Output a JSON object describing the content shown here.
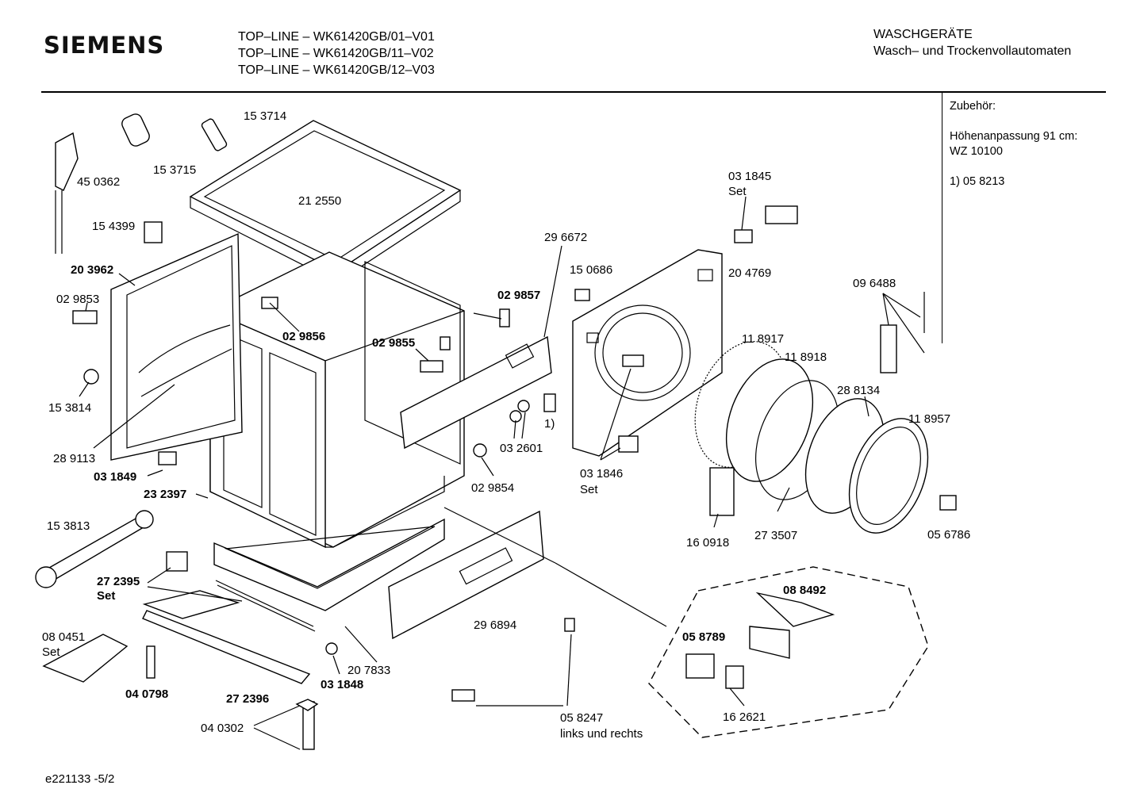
{
  "brand": "SIEMENS",
  "models": [
    "TOP–LINE – WK61420GB/01–V01",
    "TOP–LINE – WK61420GB/11–V02",
    "TOP–LINE – WK61420GB/12–V03"
  ],
  "category": {
    "title": "WASCHGERÄTE",
    "subtitle": "Wasch– und Trockenvollautomaten"
  },
  "accessories": {
    "heading": "Zubehör:",
    "height_adjust_label": "Höhenanpassung 91 cm:",
    "height_adjust_code": "WZ 10100",
    "note": "1)  05 8213"
  },
  "document_id": "e221133 -5/2",
  "parts": {
    "p153714": "15 3714",
    "p153715": "15 3715",
    "p450362": "45 0362",
    "p212550": "21 2550",
    "p154399": "15 4399",
    "p203962": "20 3962",
    "p029853": "02 9853",
    "p029856": "02 9856",
    "p296672": "29 6672",
    "p150686": "15 0686",
    "p029857": "02 9857",
    "p029855": "02 9855",
    "p153814": "15 3814",
    "p289113": "28 9113",
    "p031849": "03 1849",
    "p232397": "23 2397",
    "p153813": "15 3813",
    "p272395": "27 2395",
    "set_272395": "Set",
    "p080451": "08 0451",
    "set_080451": "Set",
    "p040798": "04 0798",
    "p272396": "27 2396",
    "p040302": "04 0302",
    "p031848": "03 1848",
    "p207833": "20 7833",
    "p032601": "03 2601",
    "note1": "1)",
    "p029854": "02 9854",
    "p296894": "29 6894",
    "p058247": "05 8247",
    "p058247_note": "links und rechts",
    "p031845": "03 1845",
    "set_031845": "Set",
    "p204769": "20 4769",
    "p118917": "11 8917",
    "p118918": "11  8918",
    "p096488": "09  6488",
    "p288134": "28 8134",
    "p118957": "11 8957",
    "p031846": "03 1846",
    "set_031846": "Set",
    "p160918": "16 0918",
    "p273507": "27 3507",
    "p056786": "05 6786",
    "p088492": "08 8492",
    "p058789": "05 8789",
    "p162621": "16 2621"
  }
}
